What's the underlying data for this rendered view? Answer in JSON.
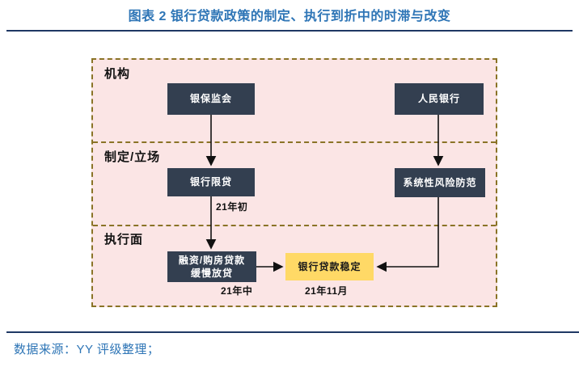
{
  "title": "图表 2 银行贷款政策的制定、执行到折中的时滞与改变",
  "footer": {
    "source": "数据来源：YY 评级整理；"
  },
  "colors": {
    "title_blue": "#2E75B6",
    "rule_navy": "#1F3864",
    "panel_pink": "#FBE5E5",
    "panel_border_gold": "#8A7326",
    "node_navy": "#333F50",
    "node_text_white": "#FFFFFF",
    "highlight_yellow": "#FFD966",
    "text_black": "#111111"
  },
  "diagram": {
    "sections": [
      {
        "label": "机构"
      },
      {
        "label": "制定/立场"
      },
      {
        "label": "执行面"
      }
    ],
    "nodes": {
      "cbirc": {
        "label": "银保监会"
      },
      "pboc": {
        "label": "人民银行"
      },
      "bank_limit": {
        "label": "银行限贷",
        "time": "21年初"
      },
      "systemic_risk": {
        "label": "系统性风险防范"
      },
      "slow_lending": {
        "label_line1": "融资/购房贷款",
        "label_line2": "缓慢放贷",
        "time": "21年中"
      },
      "loans_stable": {
        "label": "银行贷款稳定",
        "time": "21年11月"
      }
    },
    "edges": [
      {
        "from": "cbirc",
        "to": "bank_limit"
      },
      {
        "from": "bank_limit",
        "to": "slow_lending"
      },
      {
        "from": "pboc",
        "to": "systemic_risk"
      },
      {
        "from": "systemic_risk",
        "to": "loans_stable"
      },
      {
        "from": "slow_lending",
        "to": "loans_stable"
      }
    ]
  }
}
